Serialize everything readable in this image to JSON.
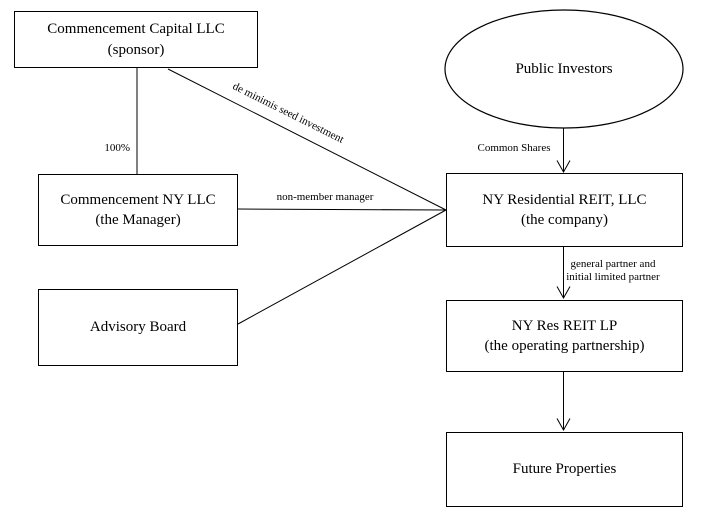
{
  "diagram": {
    "colors": {
      "background": "#ffffff",
      "line": "#000000",
      "text": "#000000"
    },
    "nodes": {
      "sponsor": {
        "shape": "rectangle",
        "line1": "Commencement Capital LLC",
        "line2": "(sponsor)"
      },
      "public_investors": {
        "shape": "ellipse",
        "line1": "Public Investors"
      },
      "manager": {
        "shape": "rectangle",
        "line1": "Commencement NY LLC",
        "line2": "(the Manager)"
      },
      "company": {
        "shape": "rectangle",
        "line1": "NY Residential REIT, LLC",
        "line2": "(the company)"
      },
      "advisory": {
        "shape": "rectangle",
        "line1": "Advisory Board"
      },
      "operating_partnership": {
        "shape": "rectangle",
        "line1": "NY Res REIT LP",
        "line2": "(the operating partnership)"
      },
      "future_properties": {
        "shape": "rectangle",
        "line1": "Future Properties"
      }
    },
    "edge_labels": {
      "ownership_pct": "100%",
      "seed_investment": "de minimis seed investment",
      "manager_role": "non-member manager",
      "common_shares": "Common Shares",
      "gp_line1": "general partner and",
      "gp_line2": "initial limited partner"
    },
    "edges": [
      {
        "from": "sponsor",
        "to": "manager",
        "label": "100%",
        "arrow": false
      },
      {
        "from": "sponsor",
        "to": "company",
        "label": "de minimis seed investment",
        "arrow": false
      },
      {
        "from": "manager",
        "to": "company",
        "label": "non-member manager",
        "arrow": false
      },
      {
        "from": "advisory",
        "to": "company",
        "label": "",
        "arrow": false
      },
      {
        "from": "public_investors",
        "to": "company",
        "label": "Common Shares",
        "arrow": true
      },
      {
        "from": "company",
        "to": "operating_partnership",
        "label": "general partner and initial limited partner",
        "arrow": true
      },
      {
        "from": "operating_partnership",
        "to": "future_properties",
        "label": "",
        "arrow": true
      }
    ]
  }
}
